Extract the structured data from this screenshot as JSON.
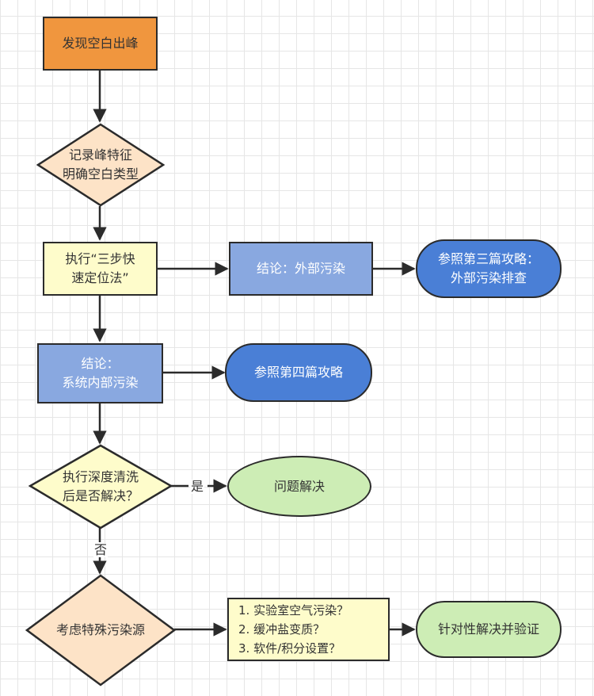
{
  "colors": {
    "start": "#f0963e",
    "diamond_peach": "#fde3c7",
    "process_yellow": "#fefccb",
    "conclusion_blue": "#89a8e0",
    "reference_blue": "#4a7fd6",
    "result_green": "#cdedb5",
    "stroke": "#2b2b2b"
  },
  "nodes": {
    "start": "发现空白出峰",
    "record": "记录峰特征\n明确空白类型",
    "three_step": "执行“三步快\n速定位法”",
    "external": "结论：外部污染",
    "ref3": "参照第三篇攻略：\n外部污染排查",
    "internal": "结论：\n系统内部污染",
    "ref4": "参照第四篇攻略",
    "deep_clean": "执行深度清洗\n后是否解决？",
    "solved": "问题解决",
    "special": "考虑特殊污染源",
    "checklist": "1. 实验室空气污染？\n2. 缓冲盐变质？\n3. 软件/积分设置？",
    "verify": "针对性解决并验证"
  },
  "edge_labels": {
    "yes": "是",
    "no": "否"
  }
}
